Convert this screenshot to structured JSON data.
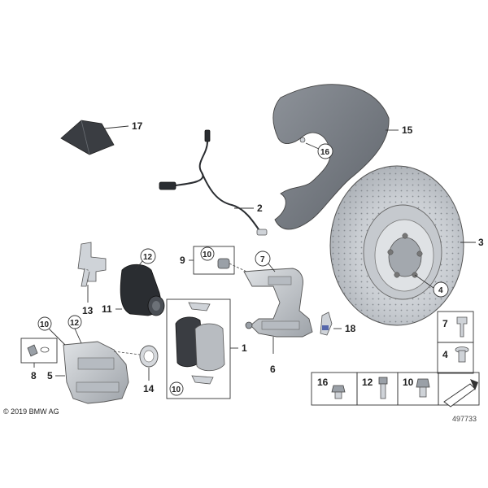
{
  "copyright": "© 2019 BMW AG",
  "diagram_id": "497733",
  "callouts": {
    "c1": "1",
    "c2": "2",
    "c3": "3",
    "c4": "4",
    "c5": "5",
    "c6": "6",
    "c7": "7",
    "c8": "8",
    "c9": "9",
    "c10": "10",
    "c11": "11",
    "c12": "12",
    "c13": "13",
    "c14": "14",
    "c15": "15",
    "c16": "16",
    "c17": "17",
    "c18": "18"
  },
  "legend": {
    "right_items": [
      "7",
      "4"
    ],
    "bottom_items": [
      "16",
      "12",
      "10"
    ]
  }
}
